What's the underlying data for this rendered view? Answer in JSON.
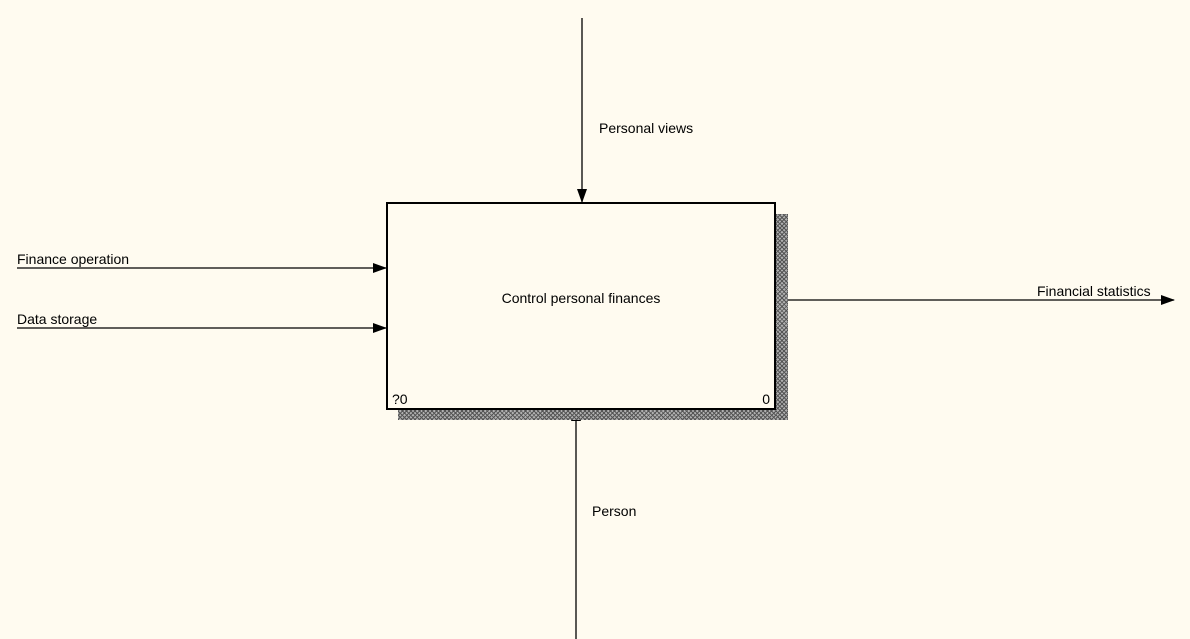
{
  "diagram": {
    "activity": {
      "name": "Control personal finances",
      "node_ref": "?0",
      "number": "0"
    },
    "arrows": {
      "control": "Personal views",
      "input_1": "Finance operation",
      "input_2": "Data storage",
      "output": "Financial statistics",
      "mechanism": "Person"
    }
  }
}
